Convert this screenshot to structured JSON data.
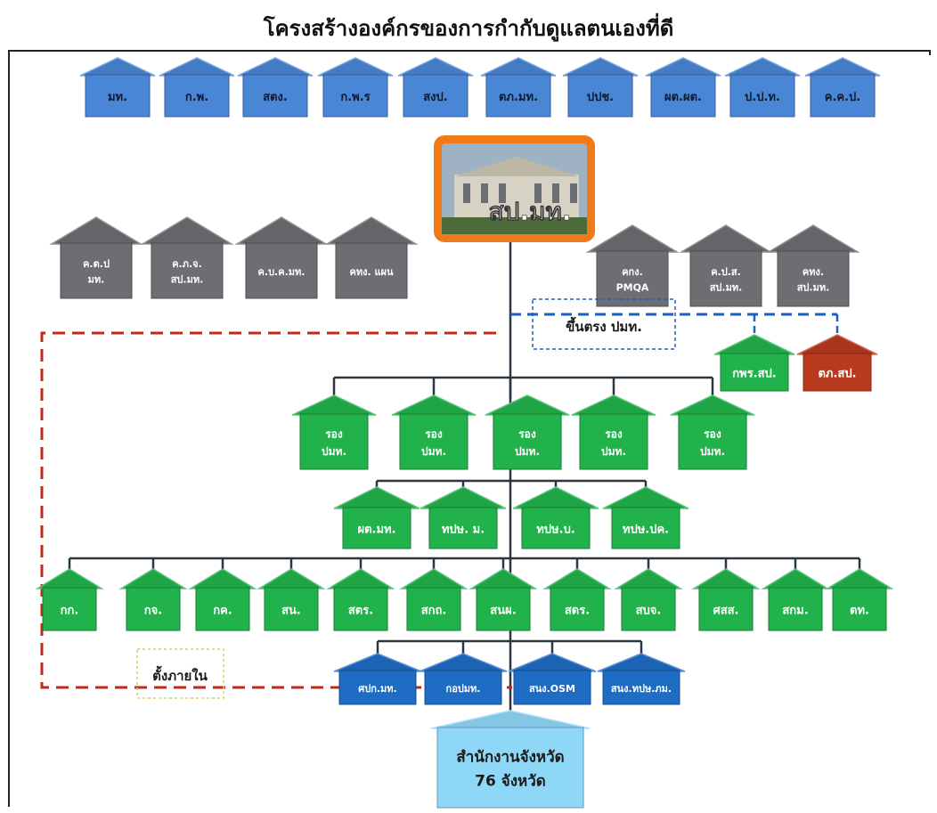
{
  "title": "โครงสร้างองค์กรของการกำกับดูแลตนเองที่ดี",
  "colors": {
    "blue": "#4a86d6",
    "gray": "#6d6e72",
    "green": "#22b24c",
    "red": "#b83a1e",
    "dark_blue": "#1f6cc4",
    "light_blue": "#8fd7f7",
    "frame_orange": "#f07a1a",
    "dashed_red": "#c0281a",
    "dashed_blue": "#1f5fc0"
  },
  "top_agencies": [
    "มท.",
    "ก.พ.",
    "สตง.",
    "ก.พ.ร",
    "สงป.",
    "ตภ.มท.",
    "ปปช.",
    "ผต.ผต.",
    "ป.ป.ท.",
    "ค.ค.ป."
  ],
  "center_unit": {
    "label": "สป.มท.",
    "photo_icon": "government-building-photo"
  },
  "left_committees": [
    [
      "ค.ต.ป",
      "มท."
    ],
    [
      "ค.ภ.จ.",
      "สป.มท."
    ],
    [
      "ค.บ.ค.มท."
    ],
    [
      "คทง. แผน"
    ]
  ],
  "right_committees": [
    [
      "คกง.",
      "PMQA"
    ],
    [
      "ค.ป.ส.",
      "สป.มท."
    ],
    [
      "คทง.",
      "สป.มท."
    ]
  ],
  "direct_note": "ขึ้นตรง ปมท.",
  "direct_units": [
    {
      "label": "กพร.สป.",
      "color": "green"
    },
    {
      "label": "ตภ.สป.",
      "color": "red"
    }
  ],
  "deputies": [
    [
      "รอง",
      "ปมท."
    ],
    [
      "รอง",
      "ปมท."
    ],
    [
      "รอง",
      "ปมท."
    ],
    [
      "รอง",
      "ปมท."
    ],
    [
      "รอง",
      "ปมท."
    ]
  ],
  "inspectors": [
    "ผต.มท.",
    "ทปษ. ม.",
    "ทปษ.บ.",
    "ทปษ.ปค."
  ],
  "divisions": [
    "กก.",
    "กจ.",
    "กค.",
    "สน.",
    "สตร.",
    "สกถ.",
    "สนผ.",
    "สดร.",
    "สบจ.",
    "ศสส.",
    "สกม.",
    "ตท."
  ],
  "internal_note": "ตั้งภายใน",
  "internal_units": [
    "ศปก.มท.",
    "กอปมท.",
    "สนง.OSM",
    "สนง.ทปษ.ภม."
  ],
  "province_office": [
    "สำนักงานจังหวัด",
    "76 จังหวัด"
  ]
}
